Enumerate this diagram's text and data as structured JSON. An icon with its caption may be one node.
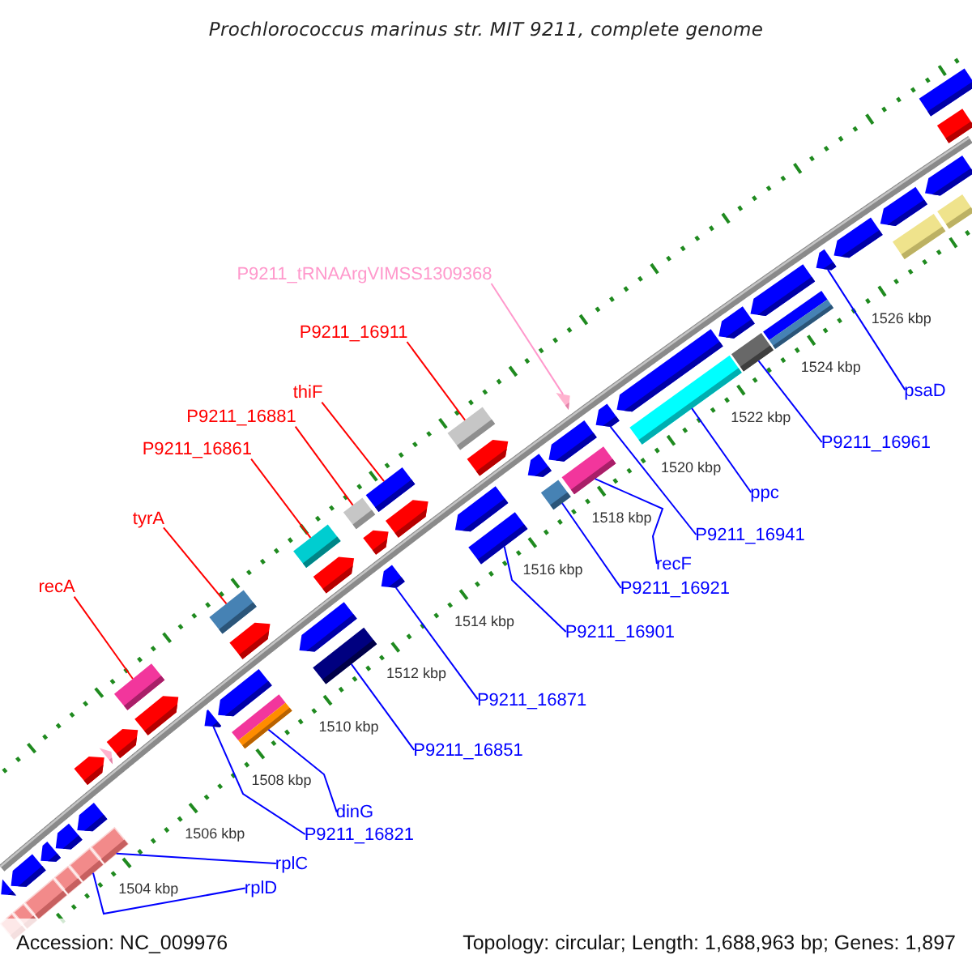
{
  "diagram": {
    "title": "Prochlorococcus marinus str. MIT 9211, complete genome",
    "nodes": [
      {
        "text": [
          "P9211_tRNAArgVIMSS1309368"
        ]
      },
      {
        "text": [
          "P9211_16911"
        ]
      },
      {
        "text": [
          "psaD"
        ]
      },
      {
        "text": [
          "thiF"
        ]
      },
      {
        "text": [
          "P9211_16881"
        ]
      },
      {
        "text": [
          "P9211_16961"
        ]
      },
      {
        "text": [
          "P9211_16861"
        ]
      },
      {
        "text": [
          "ppc"
        ]
      },
      {
        "text": [
          "tyrA"
        ]
      },
      {
        "text": [
          "P9211_16941"
        ]
      },
      {
        "text": [
          "recF"
        ]
      },
      {
        "text": [
          "recA"
        ]
      },
      {
        "text": [
          "P9211_16921"
        ]
      },
      {
        "text": [
          "P9211_16901"
        ]
      },
      {
        "text": [
          "P9211_16871"
        ]
      },
      {
        "text": [
          "P9211_16851"
        ]
      },
      {
        "text": [
          "dinG"
        ]
      },
      {
        "text": [
          "P9211_16821"
        ]
      },
      {
        "text": [
          "rplC"
        ]
      },
      {
        "text": [
          "rplD"
        ]
      },
      {
        "text": [],
        "shape": "box"
      },
      {
        "text": [],
        "shape": "box"
      },
      {
        "text": [],
        "shape": "pentagon"
      },
      {
        "text": [],
        "shape": "pentagon"
      },
      {
        "text": [],
        "shape": "box"
      },
      {
        "text": [],
        "shape": "pentagon"
      },
      {
        "text": [],
        "shape": "box"
      },
      {
        "text": [],
        "shape": "pentagon"
      },
      {
        "text": [],
        "shape": "box"
      },
      {
        "text": [],
        "shape": "pentagon"
      },
      {
        "text": [],
        "shape": "box"
      },
      {
        "text": [],
        "shape": "pentagon"
      },
      {
        "text": [],
        "shape": "triangle"
      },
      {
        "text": [],
        "shape": "pentagon"
      },
      {
        "text": [],
        "shape": "box"
      },
      {
        "text": [],
        "shape": "pentagon"
      },
      {
        "text": [],
        "shape": "pentagon"
      },
      {
        "text": [],
        "shape": "pentagon"
      },
      {
        "text": [],
        "shape": "box"
      },
      {
        "text": [],
        "shape": "box"
      },
      {
        "text": [],
        "shape": "pentagon"
      },
      {
        "text": [],
        "shape": "pentagon"
      },
      {
        "text": [],
        "shape": "box"
      },
      {
        "text": [],
        "shape": "box"
      },
      {
        "text": [],
        "shape": "pentagon"
      },
      {
        "text": [],
        "shape": "pentagon"
      },
      {
        "text": [],
        "shape": "box"
      },
      {
        "text": [],
        "shape": "pentagon"
      },
      {
        "text": [],
        "shape": "box"
      },
      {
        "text": [],
        "shape": "pentagon"
      },
      {
        "text": [],
        "shape": "pentagon"
      },
      {
        "text": [],
        "shape": "box"
      },
      {
        "text": [],
        "shape": "box"
      },
      {
        "text": [],
        "shape": "pentagon"
      },
      {
        "text": [],
        "shape": "pentagon"
      },
      {
        "text": [],
        "shape": "box"
      },
      {
        "text": [],
        "shape": "pentagon"
      },
      {
        "text": [],
        "shape": "box"
      },
      {
        "text": [],
        "shape": "triangle"
      },
      {
        "text": [],
        "shape": "pentagon"
      },
      {
        "text": [],
        "shape": "pentagon"
      },
      {
        "text": [],
        "shape": "box"
      },
      {
        "text": [],
        "shape": "pentagon"
      },
      {
        "text": [],
        "shape": "box"
      },
      {
        "text": [],
        "shape": "pentagon"
      },
      {
        "text": [],
        "shape": "box"
      },
      {
        "text": [],
        "shape": "pentagon"
      },
      {
        "text": [],
        "shape": "pentagon"
      },
      {
        "text": [],
        "shape": "pentagon"
      },
      {
        "text": [],
        "shape": "box"
      },
      {
        "text": [],
        "shape": "pentagon"
      },
      {
        "text": [],
        "shape": "box"
      },
      {
        "text": [],
        "shape": "box"
      },
      {
        "text": [],
        "shape": "box"
      }
    ],
    "edges": [
      {
        "from": 0,
        "to": 58,
        "arrow": "none",
        "color": "#ff99cc"
      },
      {
        "from": 1,
        "to": 52,
        "arrow": "none",
        "color": "#ff0000"
      },
      {
        "from": 2,
        "to": 66,
        "arrow": "none"
      },
      {
        "from": 3,
        "to": 48,
        "arrow": "none",
        "color": "#ff0000"
      },
      {
        "from": 4,
        "to": 46,
        "arrow": "none",
        "color": "#ff0000"
      },
      {
        "from": 5,
        "to": 63,
        "arrow": "none"
      },
      {
        "from": 6,
        "to": 43,
        "arrow": "none",
        "color": "#ff0000"
      },
      {
        "from": 7,
        "to": 61,
        "arrow": "none"
      },
      {
        "from": 8,
        "to": 39,
        "arrow": "none",
        "color": "#ff0000"
      },
      {
        "from": 9,
        "to": 59,
        "arrow": "none"
      },
      {
        "from": 10,
        "to": 57,
        "arrow": "none"
      },
      {
        "from": 11,
        "to": 34,
        "arrow": "none",
        "color": "#ff0000"
      },
      {
        "from": 12,
        "to": 55,
        "arrow": "none"
      },
      {
        "from": 13,
        "to": 51,
        "arrow": "none"
      },
      {
        "from": 14,
        "to": 45,
        "arrow": "none"
      },
      {
        "from": 15,
        "to": 42,
        "arrow": "none"
      },
      {
        "from": 16,
        "to": 38,
        "arrow": "none"
      },
      {
        "from": 17,
        "to": 36,
        "arrow": "none"
      },
      {
        "from": 18,
        "to": 30,
        "arrow": "none"
      },
      {
        "from": 19,
        "to": 28,
        "arrow": "none"
      }
    ],
    "labels": [
      "1526 kbp",
      "1524 kbp",
      "1522 kbp",
      "1520 kbp",
      "1518 kbp",
      "1516 kbp",
      "1514 kbp",
      "1512 kbp",
      "1510 kbp",
      "1508 kbp",
      "1506 kbp",
      "1504 kbp",
      "Accession: NC_009976",
      "Topology: circular; Length: 1,688,963 bp; Genes: 1,897"
    ]
  }
}
